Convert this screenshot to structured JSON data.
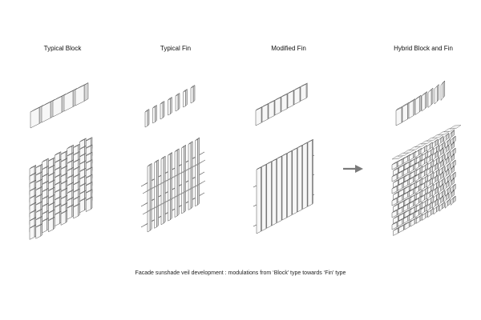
{
  "columns": [
    {
      "title": "Typical Block"
    },
    {
      "title": "Typical Fin"
    },
    {
      "title": "Modified Fin"
    },
    {
      "title": "Hybrid Block and Fin"
    }
  ],
  "caption": "Facade sunshade veil development : modulations from ‘Block’ type towards ‘Fin’ type",
  "arrow_color": "#7a7a7a"
}
